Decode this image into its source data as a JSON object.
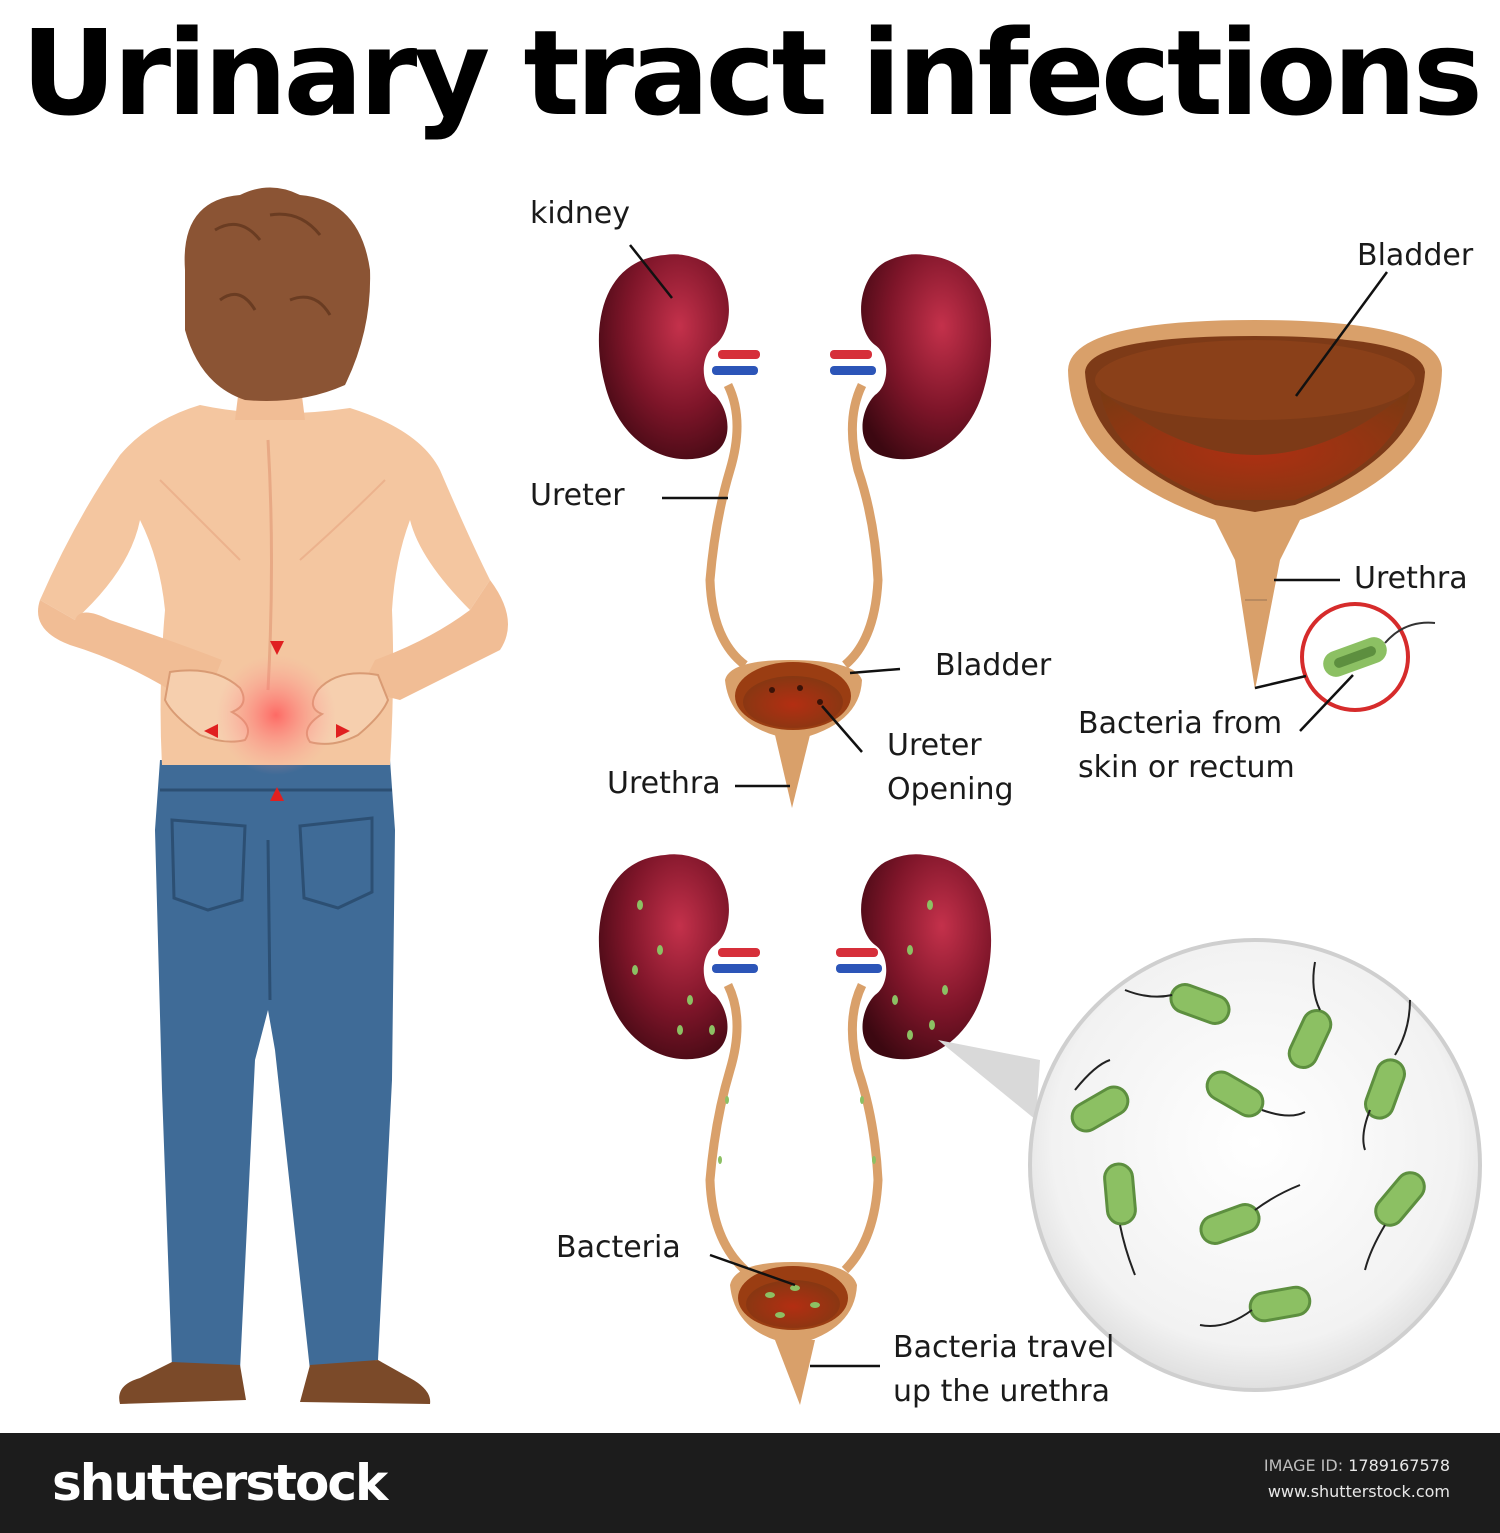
{
  "title": "Urinary tract infections",
  "labels": {
    "kidney": "kidney",
    "ureter": "Ureter",
    "bladder_mid": "Bladder",
    "ureter_opening_1": "Ureter",
    "ureter_opening_2": "Opening",
    "urethra_mid": "Urethra",
    "bladder_right": "Bladder",
    "urethra_right": "Urethra",
    "bacteria_from_1": "Bacteria from",
    "bacteria_from_2": "skin or rectum",
    "bacteria": "Bacteria",
    "travel_1": "Bacteria travel",
    "travel_2": "up the urethra"
  },
  "footer": {
    "brand": "shutterstock",
    "image_id_label": "IMAGE ID:",
    "image_id": "1789167578",
    "site": "www.shutterstock.com"
  },
  "colors": {
    "kidney": "#7a1326",
    "ureter": "#d9a06a",
    "bladder_fill": "#9a3d12",
    "bacteria": "#8cc063",
    "highlight_ring": "#d62b2b",
    "jeans": "#3f6b97",
    "skin": "#f4c6a0",
    "hair": "#8b5434"
  }
}
